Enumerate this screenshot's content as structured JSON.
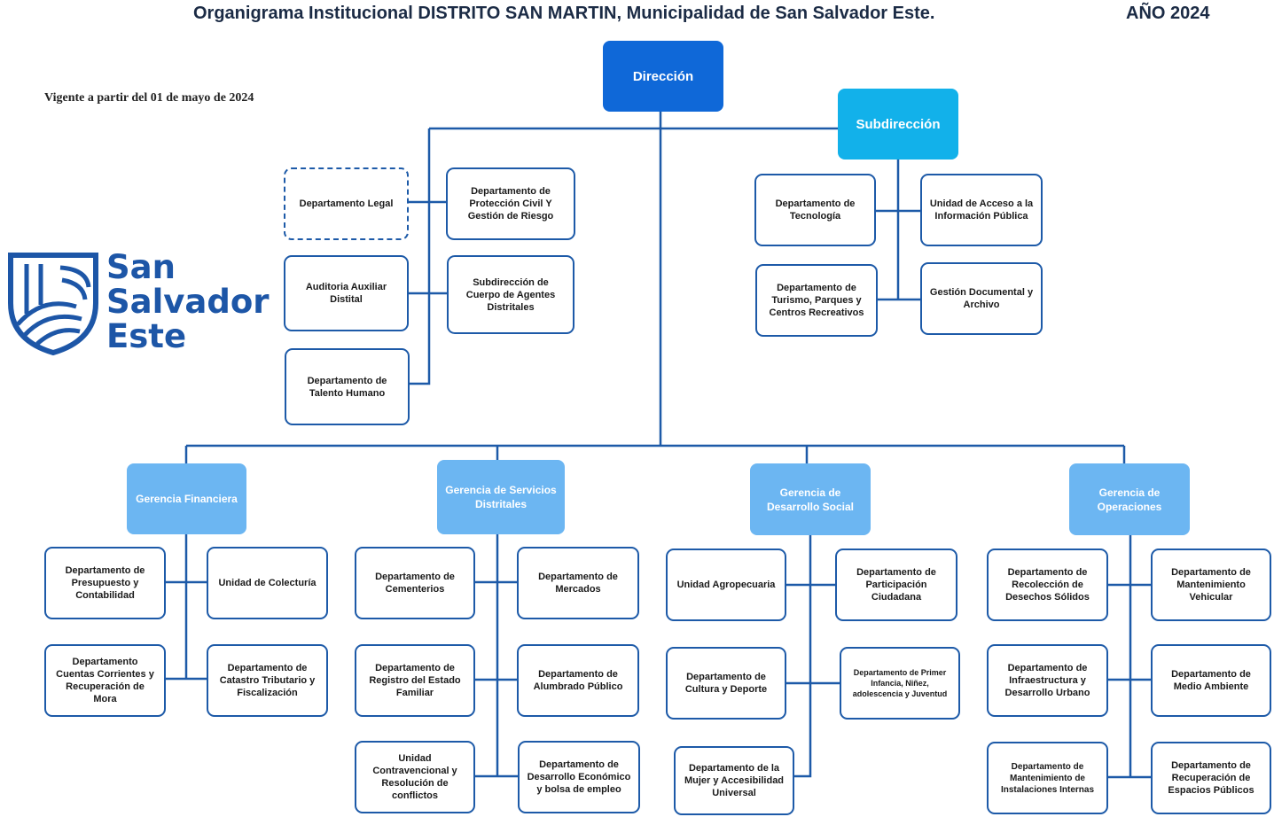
{
  "title": {
    "main": "Organigrama Institucional DISTRITO SAN MARTIN, Municipalidad de San Salvador Este.",
    "year": "AÑO 2024"
  },
  "vigente": "Vigente a partir del 01 de mayo de 2024",
  "logo": {
    "line1": "San",
    "line2": "Salvador",
    "line3": "Este",
    "color": "#1d56a7"
  },
  "colors": {
    "line": "#1d5aa8",
    "direccion": "#0f68d8",
    "subdireccion": "#12b1ea",
    "gerencia": "#6cb6f2"
  },
  "direccion": "Dirección",
  "subdireccion": "Subdirección",
  "direccion_units": {
    "legal": "Departamento Legal",
    "proteccion": "Departamento de Protección Civil Y Gestión de Riesgo",
    "auditoria": "Auditoria Auxiliar Distital",
    "cuerpo_agentes": "Subdirección de Cuerpo de Agentes Distritales",
    "talento": "Departamento de Talento Humano"
  },
  "subdireccion_units": {
    "tecnologia": "Departamento de Tecnología",
    "acceso": "Unidad de Acceso a la Información Pública",
    "turismo": "Departamento de Turismo, Parques y Centros Recreativos",
    "gestion_doc": "Gestión Documental y Archivo"
  },
  "gerencias": {
    "financiera": {
      "name": "Gerencia Financiera",
      "units": [
        "Departamento de Presupuesto y Contabilidad",
        "Unidad de Colecturía",
        "Departamento Cuentas Corrientes y Recuperación de Mora",
        "Departamento de Catastro Tributario y Fiscalización"
      ]
    },
    "servicios": {
      "name": "Gerencia de Servicios Distritales",
      "units": [
        "Departamento de Cementerios",
        "Departamento de Mercados",
        "Departamento de Registro del Estado Familiar",
        "Departamento de Alumbrado Público",
        "Unidad Contravencional y Resolución de conflictos",
        "Departamento de Desarrollo Económico y bolsa de empleo"
      ]
    },
    "social": {
      "name": "Gerencia de Desarrollo Social",
      "units": [
        "Unidad Agropecuaria",
        "Departamento de Participación Ciudadana",
        "Departamento de Cultura y Deporte",
        "Departamento de Primer Infancia, Niñez, adolescencia y Juventud",
        "Departamento de la Mujer y Accesibilidad Universal"
      ]
    },
    "operaciones": {
      "name": "Gerencia de Operaciones",
      "units": [
        "Departamento de Recolección de Desechos Sólidos",
        "Departamento de Mantenimiento Vehicular",
        "Departamento de Infraestructura y Desarrollo Urbano",
        "Departamento de Medio Ambiente",
        "Departamento de Mantenimiento de Instalaciones Internas",
        "Departamento de Recuperación de Espacios Públicos"
      ]
    }
  }
}
